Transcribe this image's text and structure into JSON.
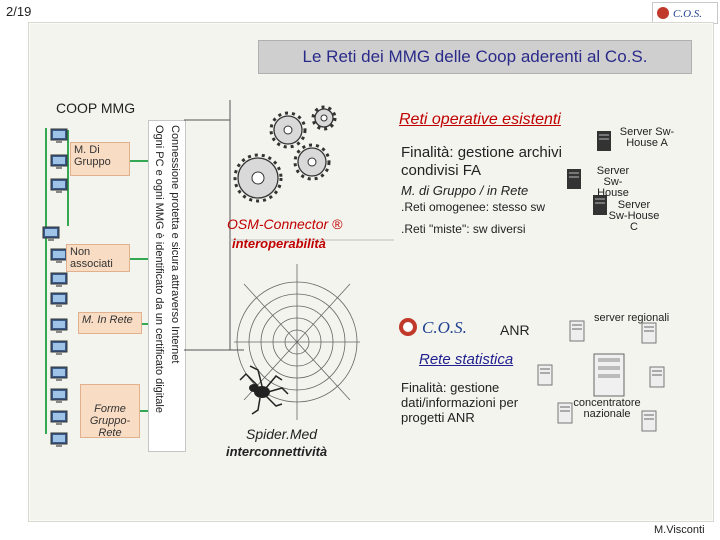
{
  "page_number": "2/19",
  "logo_text": "C.O.S.",
  "title": "Le Reti dei MMG delle Coop aderenti al Co.S.",
  "left_panel": {
    "heading": "COOP MMG",
    "groups": [
      "M. Di Gruppo",
      "Non associati",
      "M. In Rete",
      "Forme Gruppo-Rete"
    ],
    "vertical_text_1": "Connessione protetta e sicura attraverso Internet",
    "vertical_text_2": "Ogni PC e ogni MMG è identificato da un certificato digitale"
  },
  "middle": {
    "osm_label": "OSM-Connector ®",
    "osm_sub": "interoperabilità",
    "spider_label": "Spider.Med",
    "spider_sub": "interconnettività"
  },
  "right_top": {
    "heading": "Reti operative esistenti",
    "finalita": "Finalità: gestione archivi condivisi FA",
    "m_gruppo_rete": "M. di Gruppo / in Rete",
    "omogenee": ".Reti omogenee: stesso sw",
    "miste": ".Reti \"miste\": sw diversi",
    "servers": [
      "Server Sw-House A",
      "Server Sw-House",
      "Server Sw-House C"
    ]
  },
  "right_bottom": {
    "anr": "ANR",
    "rete_statistica": "Rete statistica",
    "finalita": "Finalità: gestione dati/informazioni per progetti ANR",
    "server_regionali": "server regionali",
    "concentratore": "concentratore nazionale"
  },
  "footer": "M.Visconti",
  "colors": {
    "title_text": "#2a2a8a",
    "accent_red": "#c00000",
    "group_fill": "#f9dcc4",
    "line_green": "#34a853",
    "title_bg": "#cfcfcf"
  }
}
